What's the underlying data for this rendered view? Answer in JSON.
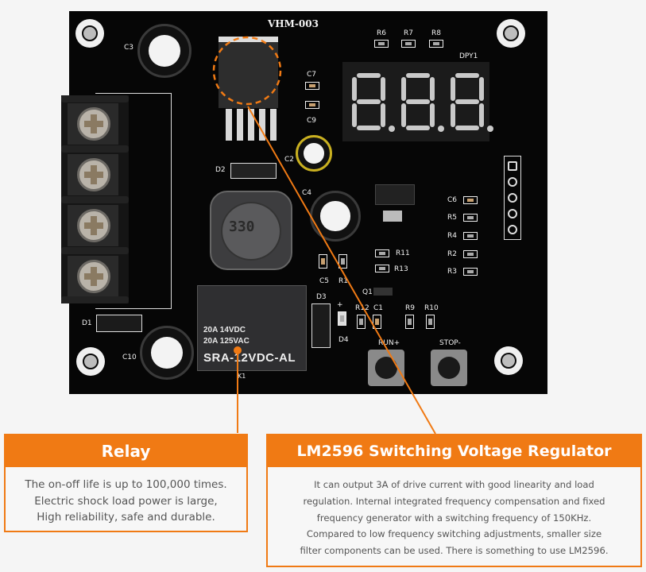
{
  "board": {
    "model": "VHM-003",
    "display_ref": "DPY1",
    "display_digits": [
      "8.",
      "8.",
      "8."
    ],
    "relay_ref": "K1",
    "relay_markings": [
      "20A 14VDC",
      "20A 125VAC",
      "SRA-12VDC-AL"
    ],
    "inductor_marking": "330",
    "labels": {
      "c3": "C3",
      "c2": "C2",
      "c4": "C4",
      "c7": "C7",
      "c9": "C9",
      "c10": "C10",
      "c5": "C5",
      "c6": "C6",
      "c1": "C1",
      "r1": "R1",
      "r2": "R2",
      "r3": "R3",
      "r4": "R4",
      "r5": "R5",
      "r6": "R6",
      "r7": "R7",
      "r8": "R8",
      "r9": "R9",
      "r10": "R10",
      "r11": "R11",
      "r12": "R12",
      "r13": "R13",
      "d1": "D1",
      "d2": "D2",
      "d3": "D3",
      "d4": "D4",
      "q1": "Q1",
      "plus": "+"
    },
    "buttons": {
      "run": "RUN+",
      "stop": "STOP-"
    }
  },
  "callouts": {
    "relay": {
      "title": "Relay",
      "lines": [
        "The on-off life is up to 100,000 times.",
        "Electric shock load power is large,",
        "High reliability, safe and durable."
      ]
    },
    "regulator": {
      "title": "LM2596 Switching Voltage Regulator",
      "lines": [
        "It can output 3A of drive current with good linearity and load",
        "regulation. Internal integrated frequency compensation and fixed",
        "frequency generator with a switching frequency of 150KHz.",
        "Compared to low frequency switching adjustments, smaller size",
        "filter components can be used. There is something to use LM2596."
      ]
    }
  },
  "colors": {
    "accent": "#f07a14",
    "pcb": "#060606",
    "background": "#f5f5f5"
  }
}
